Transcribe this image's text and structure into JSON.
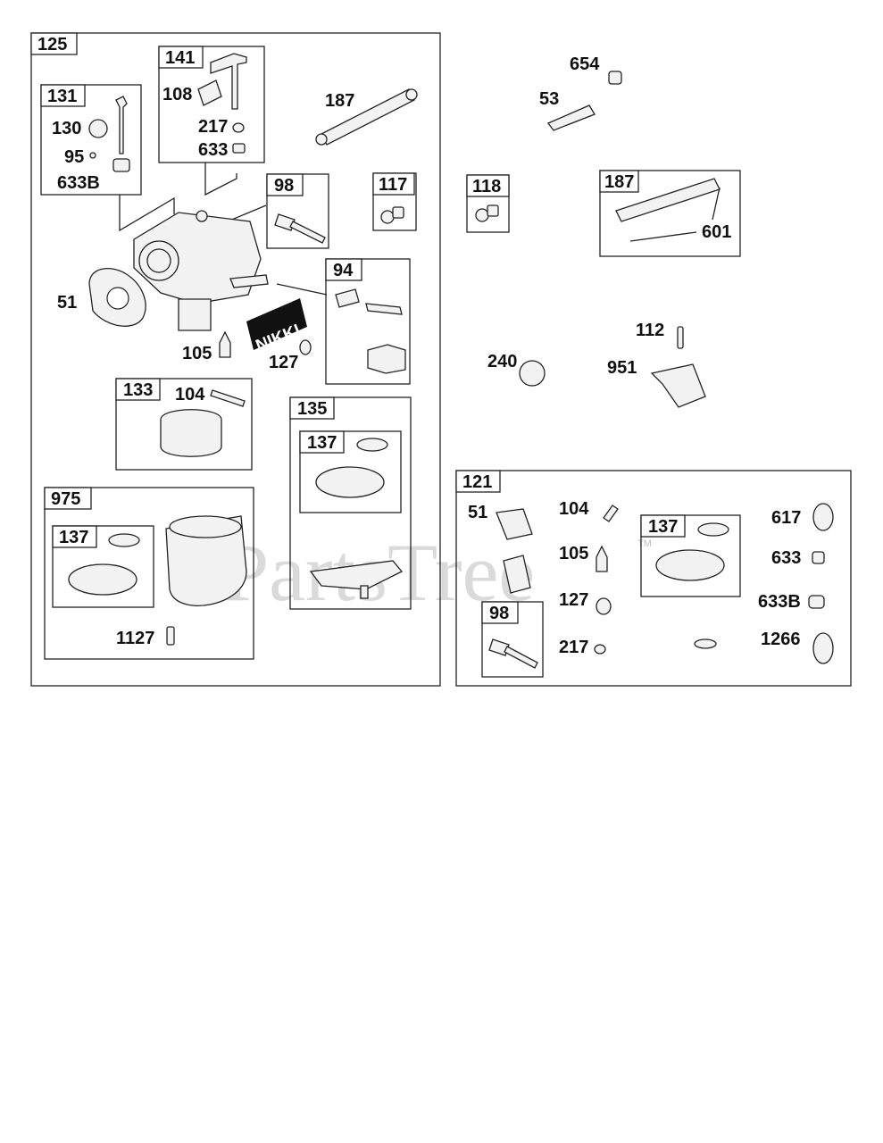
{
  "watermark": {
    "brand": "PartsTree",
    "tm": "TM"
  },
  "groups": {
    "g125": "125",
    "g141": "141",
    "g131": "131",
    "g98a": "98",
    "g117": "117",
    "g94": "94",
    "g133": "133",
    "g135": "135",
    "g137a": "137",
    "g975": "975",
    "g137b": "137",
    "g118": "118",
    "g187b": "187",
    "g121": "121",
    "g137c": "137",
    "g98b": "98"
  },
  "labels": {
    "l108": "108",
    "l217a": "217",
    "l633a": "633",
    "l187a": "187",
    "l130": "130",
    "l95": "95",
    "l633Ba": "633B",
    "l51a": "51",
    "l105a": "105",
    "l127a": "127",
    "l104a": "104",
    "l1127": "1127",
    "l654": "654",
    "l53": "53",
    "l601": "601",
    "l112": "112",
    "l240": "240",
    "l951": "951",
    "l51b": "51",
    "l104b": "104",
    "l105b": "105",
    "l127b": "127",
    "l217b": "217",
    "l617": "617",
    "l633b": "633",
    "l633Bb": "633B",
    "l1266": "1266"
  },
  "decal": {
    "text": "NIKKI"
  }
}
